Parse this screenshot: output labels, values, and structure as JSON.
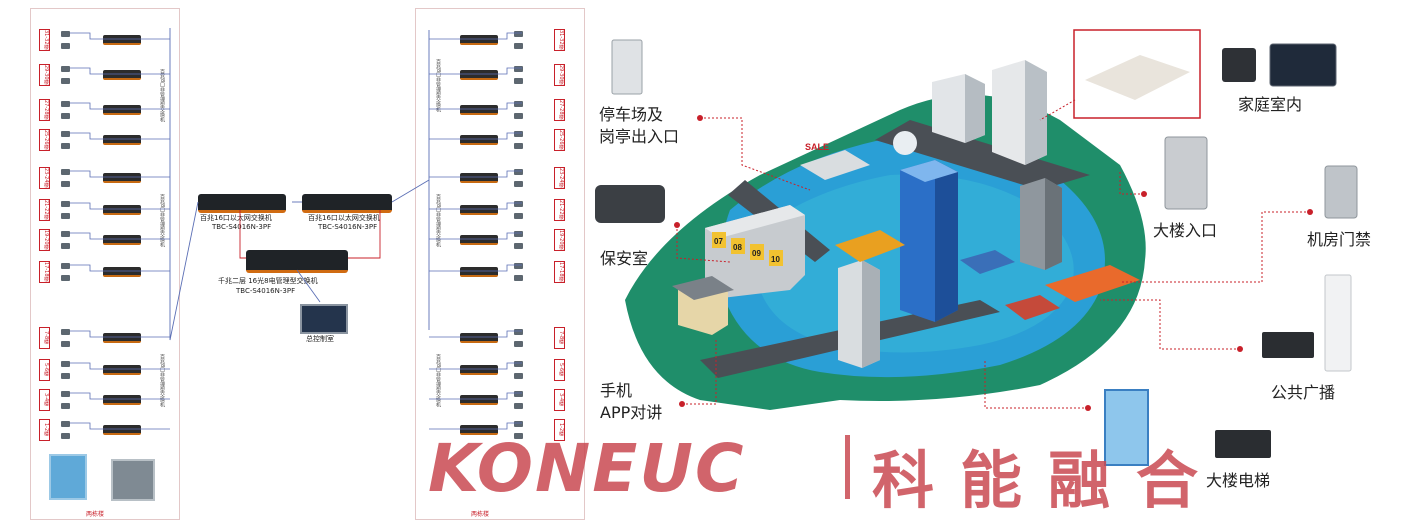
{
  "left_panel": {
    "floors": [
      "31-32楼",
      "29-30楼",
      "27-28楼",
      "25-26楼",
      "23-24楼",
      "21-22楼",
      "19-20楼",
      "17-18楼",
      "7-8楼",
      "5-6楼",
      "3-4楼",
      "1-2楼"
    ],
    "group_labels": [
      "百兆8口非管理型交换机",
      "百兆8口非管理型交换机",
      "百兆8口非管理型交换机"
    ],
    "footer": "两栋楼"
  },
  "right_panel": {
    "floors": [
      "31-32楼",
      "29-30楼",
      "27-28楼",
      "25-26楼",
      "23-24楼",
      "21-22楼",
      "19-20楼",
      "17-18楼",
      "7-8楼",
      "5-6楼",
      "3-4楼",
      "1-2楼"
    ],
    "group_labels": [
      "百兆8口非管理型交换机",
      "百兆8口非管理型交换机",
      "百兆8口非管理型交换机"
    ],
    "footer": "两栋楼"
  },
  "core": {
    "switch_left_label": "百兆16口以太网交换机",
    "switch_left_model": "TBC-S4016N-3PF",
    "switch_right_label": "百兆16口以太网交换机",
    "switch_right_model": "TBC-S4016N-3PF",
    "center_label": "千兆二层 16光8电管理型交换机",
    "center_model": "TBC-S4016N-3PF",
    "control_room": "总控制室"
  },
  "scene": {
    "parking": "停车场及\n岗亭出入口",
    "guard_room": "保安室",
    "mobile_app": "手机\nAPP对讲",
    "home_indoor": "家庭室内",
    "building_entrance": "大楼入口",
    "server_room_access": "机房门禁",
    "public_broadcast": "公共广播",
    "elevator": "大楼电梯",
    "gate_numbers": [
      "07",
      "08",
      "09",
      "10"
    ],
    "sale_sign": "SALE"
  },
  "brand": {
    "latin": "KONEUC",
    "chinese": "科能融合"
  },
  "colors": {
    "accent_red": "#c8202a",
    "brand_red": "#c94a52",
    "platform_green": "#1f8e6a",
    "water_blue": "#2a9fd6",
    "road": "#4a4f55"
  }
}
